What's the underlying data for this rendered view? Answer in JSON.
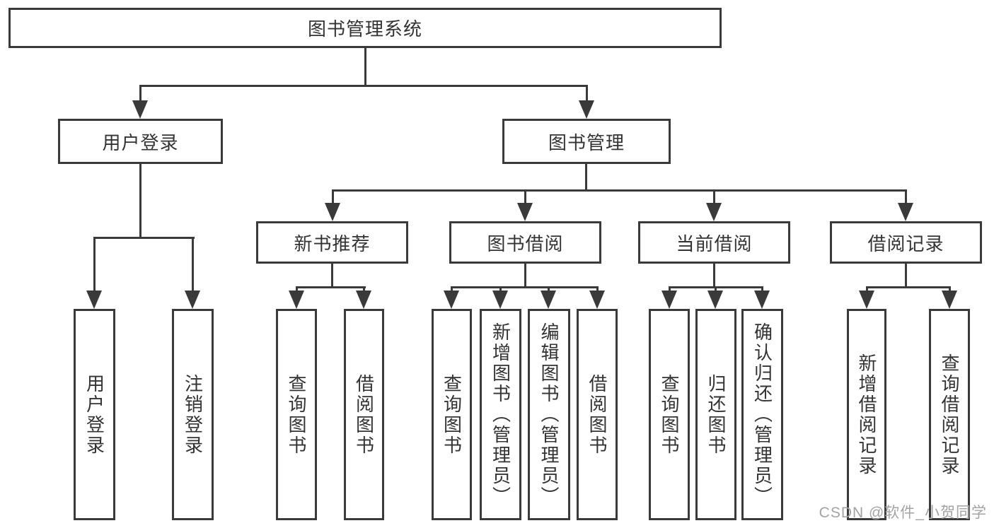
{
  "root": {
    "label": "图书管理系统"
  },
  "branches": [
    {
      "label": "用户登录",
      "children": [
        {
          "label": "用户登录"
        },
        {
          "label": "注销登录"
        }
      ]
    },
    {
      "label": "图书管理",
      "children": [
        {
          "label": "新书推荐",
          "children": [
            {
              "label": "查询图书"
            },
            {
              "label": "借阅图书"
            }
          ]
        },
        {
          "label": "图书借阅",
          "children": [
            {
              "label": "查询图书"
            },
            {
              "label": "新增图书（管理员）"
            },
            {
              "label": "编辑图书（管理员）"
            },
            {
              "label": "借阅图书"
            }
          ]
        },
        {
          "label": "当前借阅",
          "children": [
            {
              "label": "查询图书"
            },
            {
              "label": "归还图书"
            },
            {
              "label": "确认归还（管理员）"
            }
          ]
        },
        {
          "label": "借阅记录",
          "children": [
            {
              "label": "新增借阅记录"
            },
            {
              "label": "查询借阅记录"
            }
          ]
        }
      ]
    }
  ],
  "watermark": {
    "text": "CSDN @软件_小贺同学"
  },
  "colors": {
    "line": "#3a3a3a",
    "text": "#333333",
    "box_fill": "#ffffff",
    "watermark": "#a3a3a3"
  }
}
